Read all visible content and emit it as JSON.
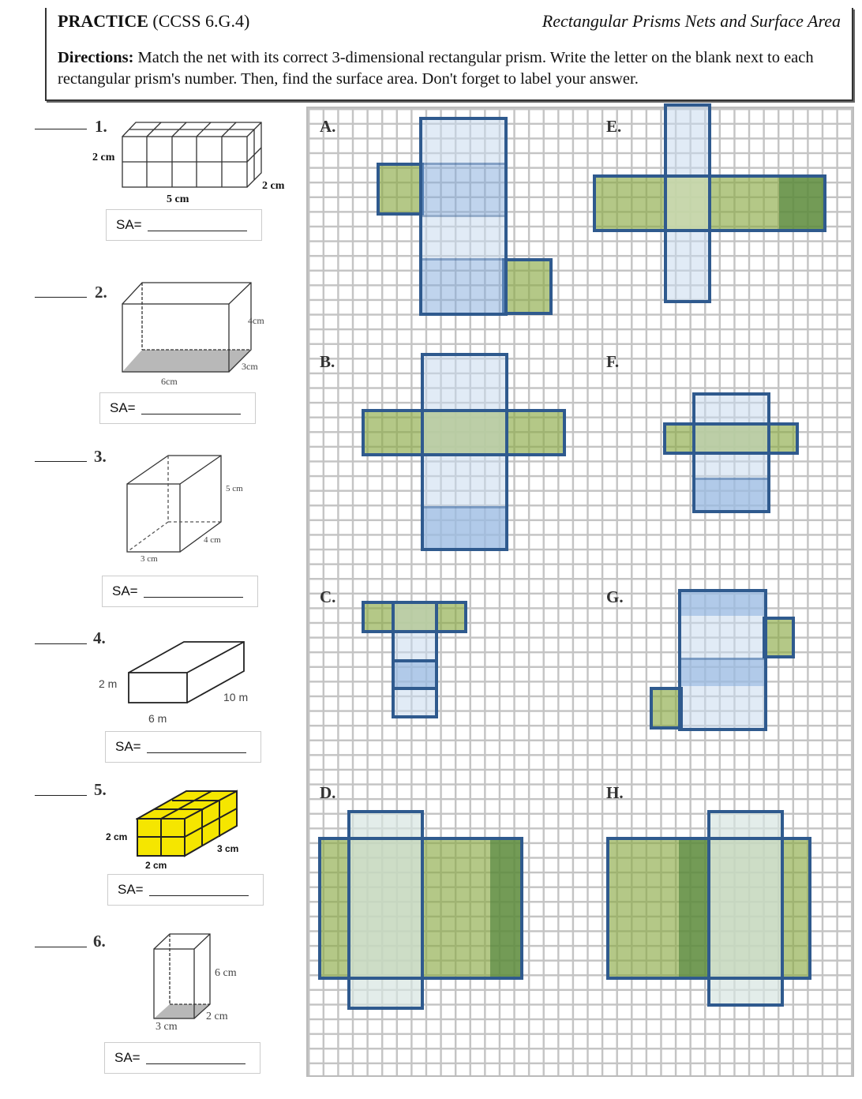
{
  "header": {
    "title_bold": "PRACTICE",
    "title_rest": " (CCSS 6.G.4)",
    "subtitle": "Rectangular Prisms Nets and Surface Area",
    "directions_label": "Directions:",
    "directions_text": " Match the net with its correct 3-dimensional rectangular prism. Write the letter on the blank next to each rectangular prism's number. Then, find the surface area. Don't forget to label your answer."
  },
  "sa_label": "SA=",
  "prisms": [
    {
      "number": "1.",
      "dims": [
        "2 cm",
        "5 cm",
        "2 cm"
      ]
    },
    {
      "number": "2.",
      "dims": [
        "4cm",
        "3cm",
        "6cm"
      ]
    },
    {
      "number": "3.",
      "dims": [
        "5 cm",
        "4 cm",
        "3 cm"
      ]
    },
    {
      "number": "4.",
      "dims": [
        "2 m",
        "10 m",
        "6 m"
      ]
    },
    {
      "number": "5.",
      "dims": [
        "2 cm",
        "3 cm",
        "2 cm"
      ],
      "color": "#f5e600"
    },
    {
      "number": "6.",
      "dims": [
        "6 cm",
        "2 cm",
        "3 cm"
      ]
    }
  ],
  "nets": [
    "A.",
    "B.",
    "C.",
    "D.",
    "E.",
    "F.",
    "G.",
    "H."
  ],
  "colors": {
    "outline": "#2f5a8e",
    "green": "#8caa46",
    "blue": "#82aadc"
  }
}
